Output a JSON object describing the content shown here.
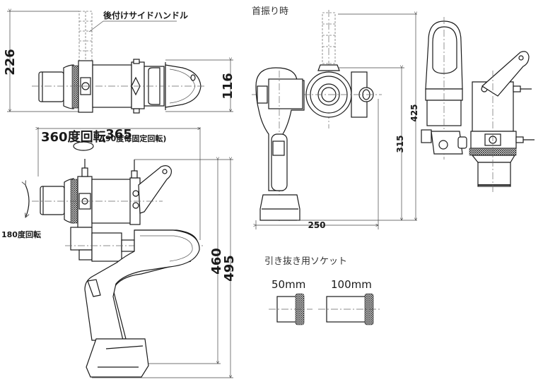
{
  "labels": {
    "side_handle": "後付けサイドハンドル",
    "swivel_title": "首振り時",
    "rotation_360": "360度回転",
    "rotation_360_note": "(90度毎固定回転)",
    "rotation_180": "180度回転",
    "socket_title": "引き抜き用ソケット",
    "socket_50": "50mm",
    "socket_100": "100mm"
  },
  "dimensions": {
    "top_view_height": "226",
    "top_view_body": "116",
    "overall_length": "365",
    "height_460": "460",
    "height_495": "495",
    "swivel_width": "250",
    "swivel_height_315": "315",
    "swivel_height_425": "425"
  }
}
